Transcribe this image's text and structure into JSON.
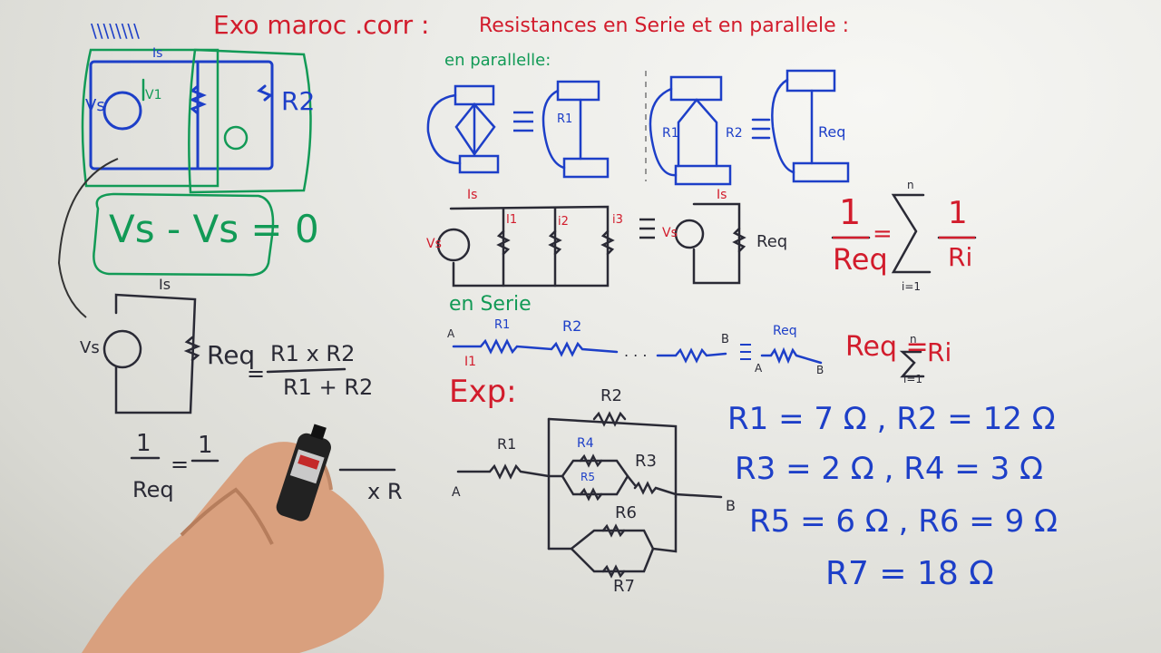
{
  "board": {
    "title_left": "Exo maroc .corr :",
    "title_right": "Resistances en Serie et en parallele :",
    "section_parallel": "en parallelle:",
    "section_serie": "en Serie",
    "example_label": "Exp:",
    "kvl_equation": "Vs - Vs = 0",
    "left_formula": {
      "req_label": "Req",
      "equals": "=",
      "numerator": "R1 x R2",
      "denominator": "R1 + R2",
      "partial_lhs_num": "1",
      "partial_lhs_den": "Req",
      "partial_rhs_num": "1",
      "partial_tail": "x R"
    },
    "parallel_formula": {
      "lhs_num": "1",
      "lhs_den": "Req",
      "sum_top": "n",
      "sum_bottom": "i=1",
      "rhs_num": "1",
      "rhs_den": "Ri"
    },
    "series_formula": {
      "lhs": "Req =",
      "sum_top": "n",
      "sum_bottom": "i=1",
      "rhs": "Ri"
    },
    "values": [
      "R1 = 7 Ω , R2 = 12 Ω",
      "R3 = 2 Ω , R4 = 3 Ω",
      "R5 = 6 Ω , R6 = 9 Ω",
      "R7 = 18 Ω"
    ],
    "labels": {
      "is": "Is",
      "vs": "Vs",
      "v1": "V1",
      "r2": "R2",
      "r1": "R1",
      "req": "Req",
      "point_a": "A",
      "point_b": "B",
      "i1": "I1",
      "i2": "i2",
      "i3": "i3",
      "r3": "R3",
      "r4": "R4",
      "r5": "R5",
      "r6": "R6",
      "r7": "R7",
      "dots": ". . ."
    }
  }
}
